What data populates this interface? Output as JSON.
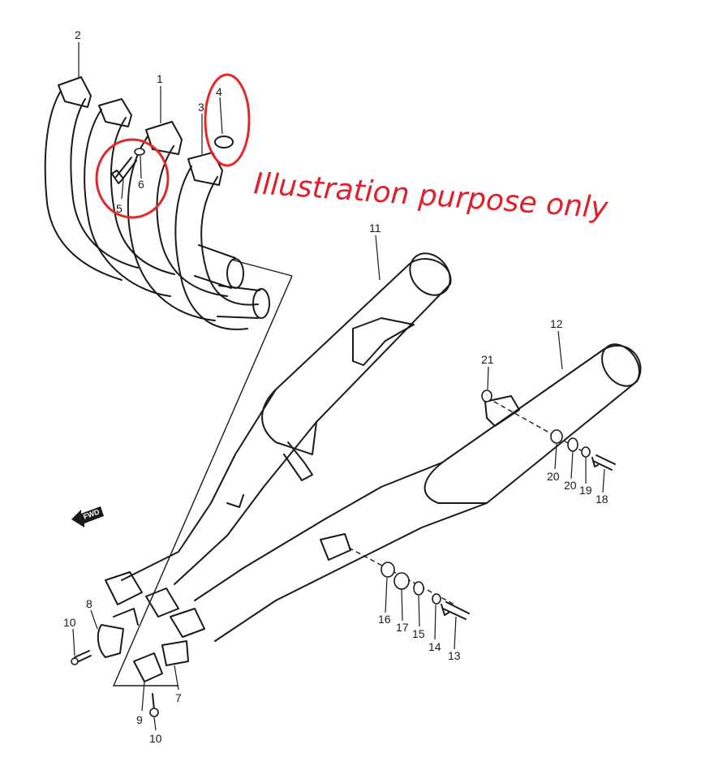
{
  "annotation": {
    "text": "Illustration purpose only",
    "color": "#e0202a"
  },
  "fwd_label": "FWD",
  "callouts": {
    "c1": "1",
    "c2": "2",
    "c3": "3",
    "c4": "4",
    "c5": "5",
    "c6": "6",
    "c7": "7",
    "c8": "8",
    "c9": "9",
    "c10a": "10",
    "c10b": "10",
    "c11": "11",
    "c12": "12",
    "c13": "13",
    "c14": "14",
    "c15": "15",
    "c16": "16",
    "c17": "17",
    "c18": "18",
    "c19": "19",
    "c20a": "20",
    "c20b": "20",
    "c21": "21"
  }
}
